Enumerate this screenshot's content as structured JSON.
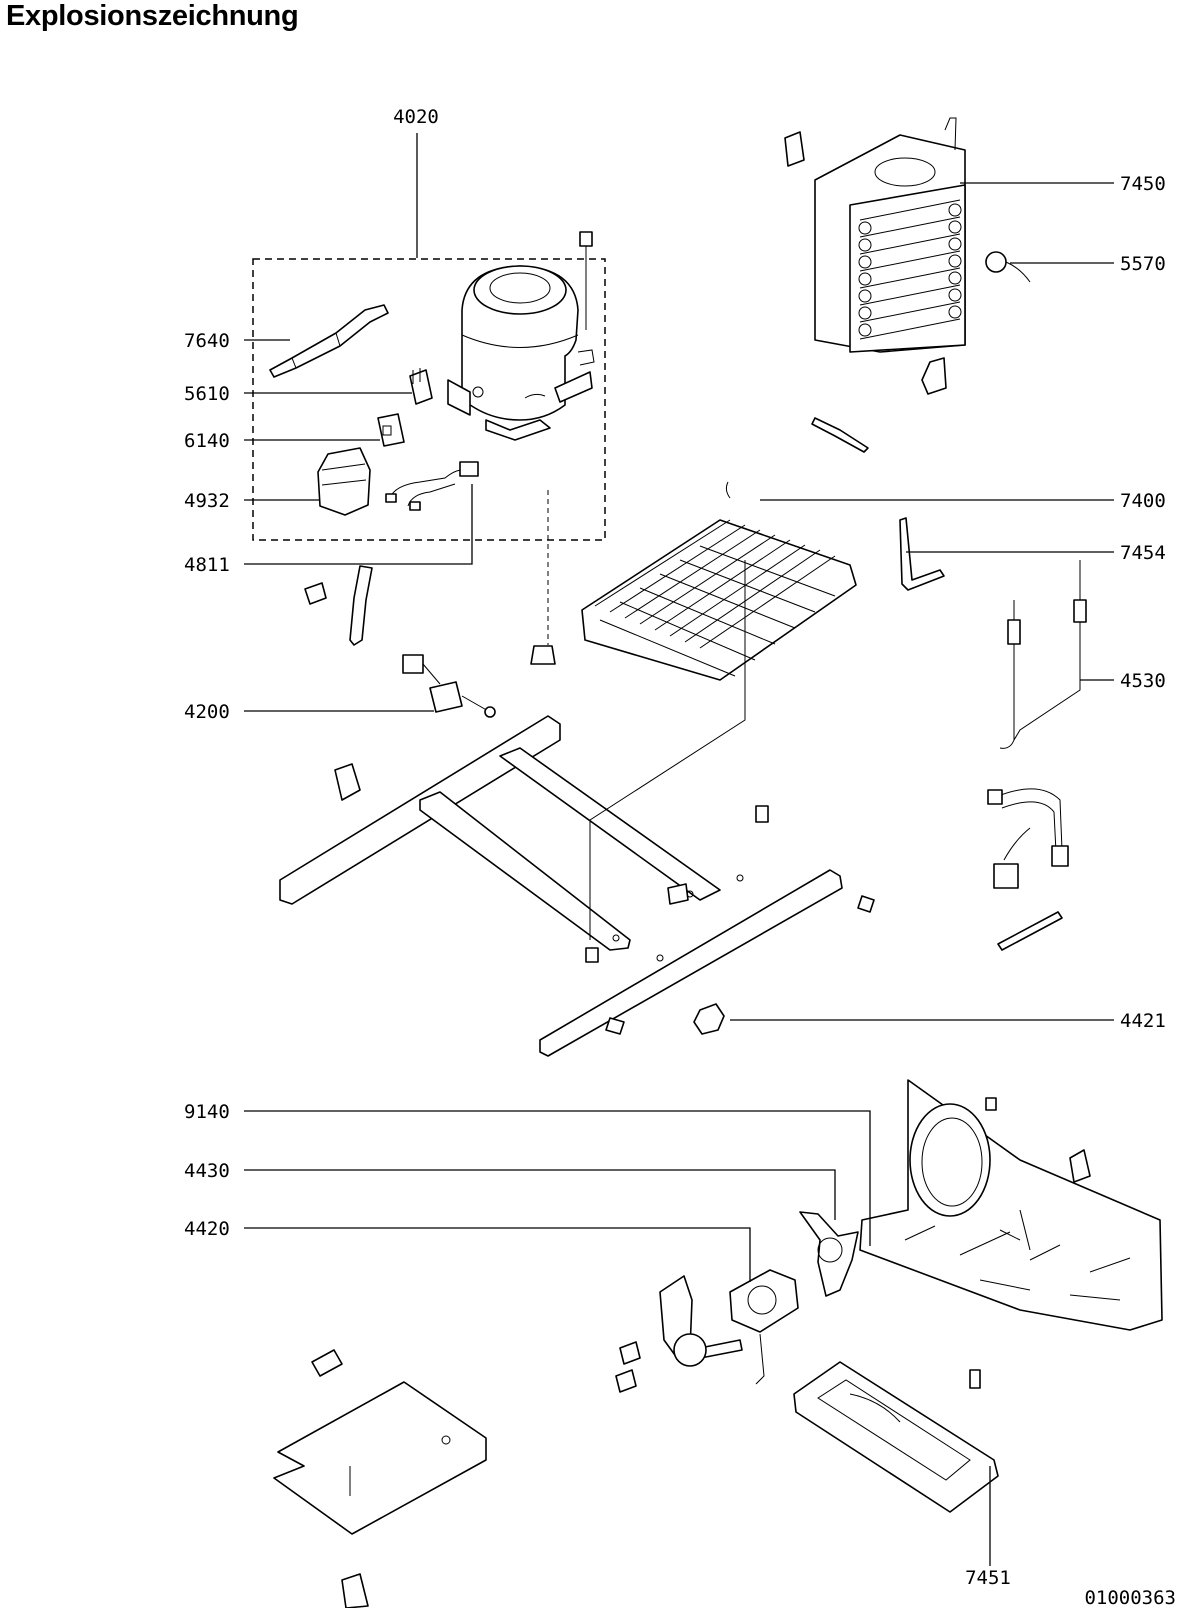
{
  "title": "Explosionszeichnung",
  "drawing_number": "01000363",
  "callouts": {
    "c4020": "4020",
    "c7640": "7640",
    "c5610": "5610",
    "c6140": "6140",
    "c4932": "4932",
    "c4811": "4811",
    "c4200": "4200",
    "c7450": "7450",
    "c5570": "5570",
    "c7400": "7400",
    "c7454": "7454",
    "c4530": "4530",
    "c4421": "4421",
    "c9140": "9140",
    "c4430": "4430",
    "c4420": "4420",
    "c7451": "7451"
  }
}
